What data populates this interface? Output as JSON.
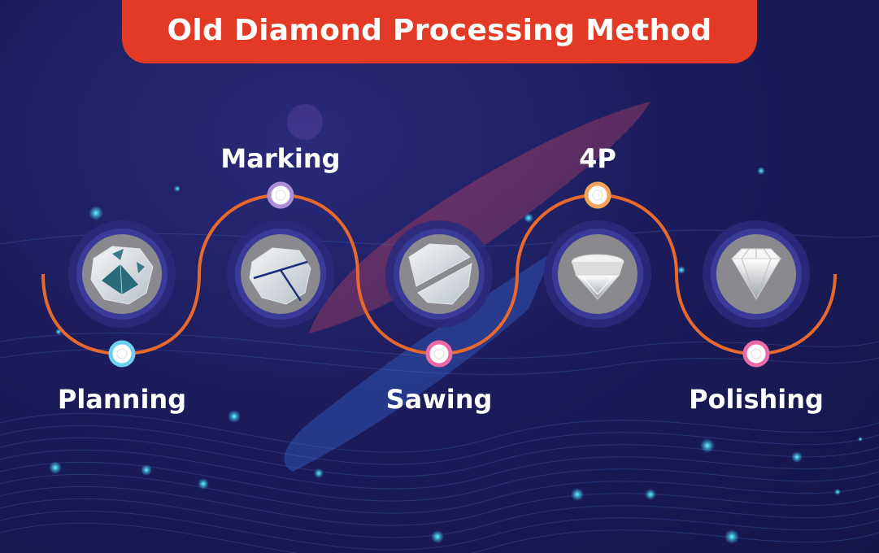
{
  "title": "Old Diamond Processing Method",
  "steps": [
    {
      "label": "Planning",
      "dot_color": "#6fd0f0",
      "icon": "rough-diamond-planning-icon"
    },
    {
      "label": "Marking",
      "dot_color": "#a98fd6",
      "icon": "rough-diamond-marked-icon"
    },
    {
      "label": "Sawing",
      "dot_color": "#ec6aa8",
      "icon": "rough-diamond-sawed-icon"
    },
    {
      "label": "4P",
      "dot_color": "#f0a35a",
      "icon": "semi-cut-diamond-icon"
    },
    {
      "label": "Polishing",
      "dot_color": "#ec6aa8",
      "icon": "polished-diamond-icon"
    }
  ],
  "colors": {
    "banner": "#e23a24",
    "wave_line": "#e8692c",
    "circle_outer": "#2f2f86",
    "circle_inner": "#8a8a8e"
  }
}
